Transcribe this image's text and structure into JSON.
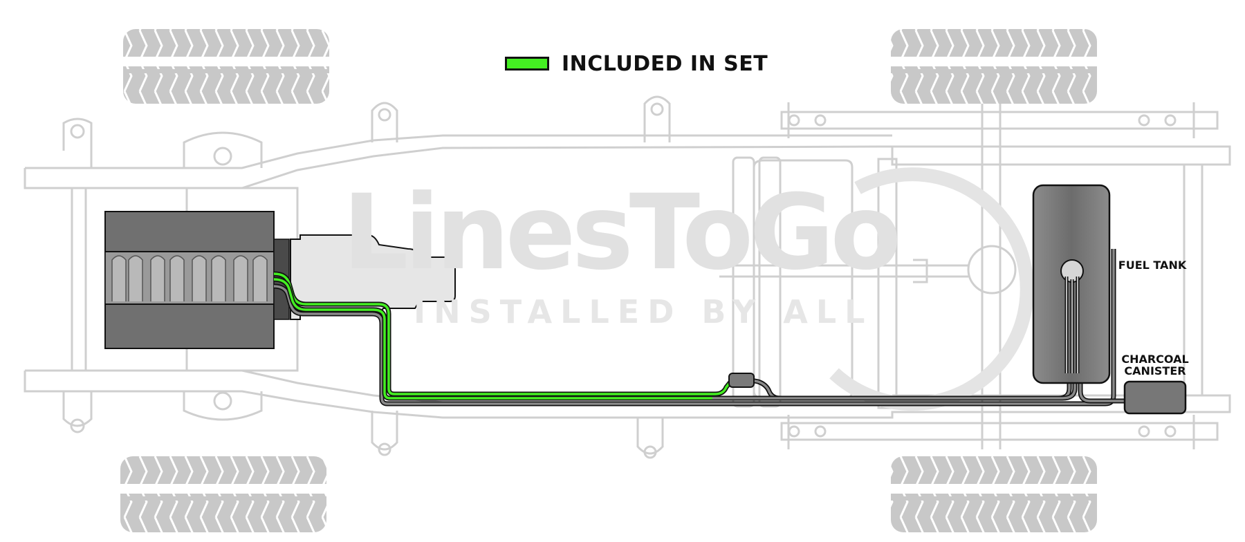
{
  "legend": {
    "label": "INCLUDED IN SET",
    "color": "#44ee22"
  },
  "watermark": {
    "title": "LinesToGo",
    "subtitle": "INSTALLED BY ALL"
  },
  "labels": {
    "fuel_tank": "FUEL TANK",
    "charcoal_canister_line1": "CHARCOAL",
    "charcoal_canister_line2": "CANISTER"
  },
  "colors": {
    "included_line": "#44ee22",
    "excluded_line": "#777777",
    "frame": "#cfcfcf",
    "tire": "#c8c8c8",
    "engine": "#6e6e6e",
    "transmission": "#e6e6e6",
    "tank": "#777777"
  }
}
